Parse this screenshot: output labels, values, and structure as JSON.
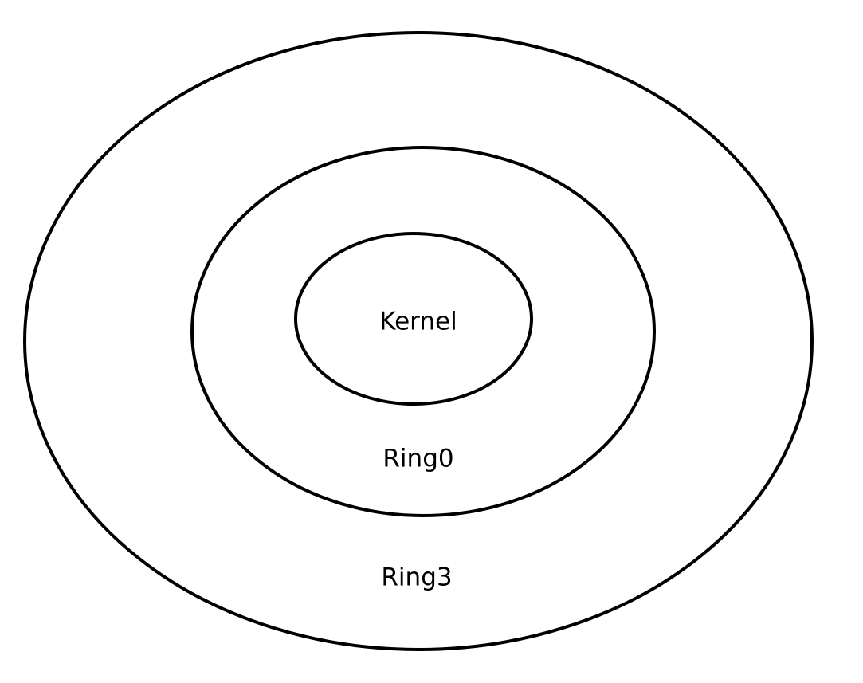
{
  "diagram": {
    "labels": {
      "kernel": "Kernel",
      "ring0": "Ring0",
      "ring3": "Ring3"
    },
    "colors": {
      "stroke": "#000000",
      "background": "#ffffff",
      "text": "#000000"
    }
  }
}
